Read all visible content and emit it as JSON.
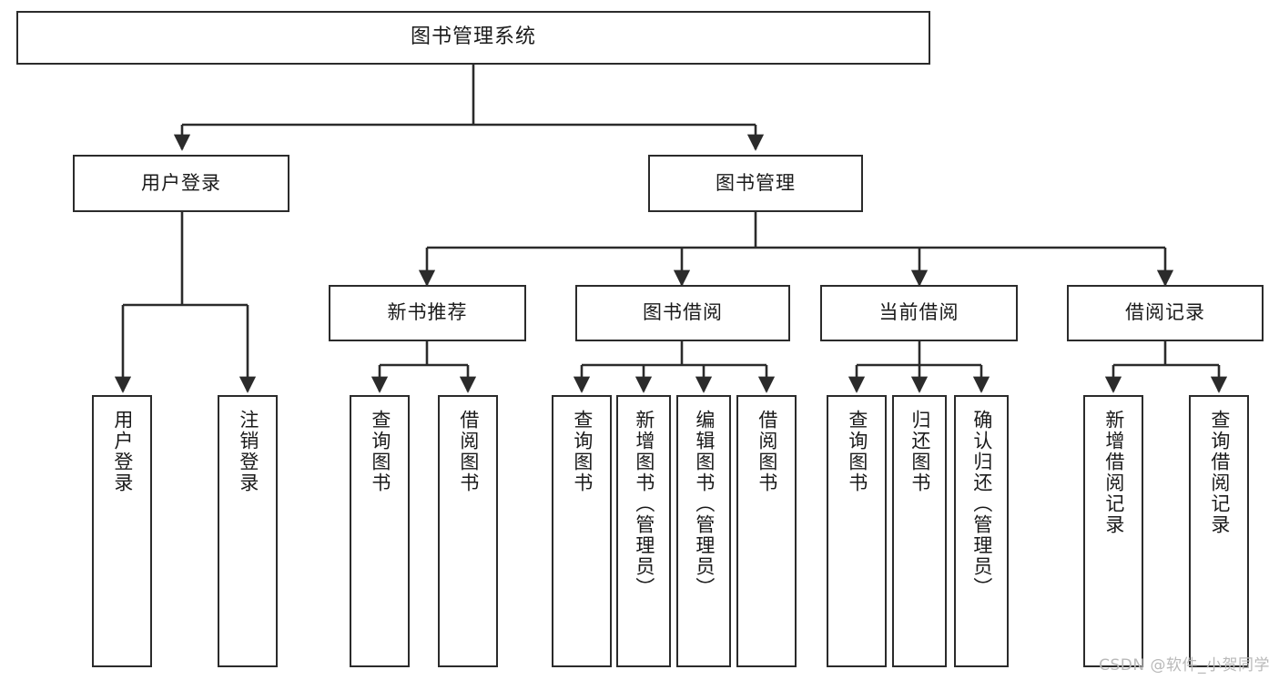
{
  "diagram": {
    "type": "tree-hierarchy",
    "title": "图书管理系统",
    "watermark": "CSDN @软件_小贺同学",
    "colors": {
      "box_border": "#2b2b2b",
      "box_fill": "#ffffff",
      "connector": "#2b2b2b",
      "text": "#1a1a1a",
      "watermark": "#b9b9b9",
      "background": "#ffffff"
    },
    "nodes": {
      "root": {
        "label": "图书管理系统"
      },
      "level2": [
        {
          "id": "user-login",
          "label": "用户登录"
        },
        {
          "id": "book-manage",
          "label": "图书管理"
        }
      ],
      "level3": [
        {
          "id": "new-book-recommend",
          "label": "新书推荐"
        },
        {
          "id": "book-borrow",
          "label": "图书借阅"
        },
        {
          "id": "current-borrow",
          "label": "当前借阅"
        },
        {
          "id": "borrow-record",
          "label": "借阅记录"
        }
      ],
      "leaves": [
        {
          "id": "leaf-user-login",
          "label": "用户登录",
          "parent": "user-login"
        },
        {
          "id": "leaf-user-logout",
          "label": "注销登录",
          "parent": "user-login"
        },
        {
          "id": "leaf-query-book-1",
          "label": "查询图书",
          "parent": "new-book-recommend"
        },
        {
          "id": "leaf-borrow-book-1",
          "label": "借阅图书",
          "parent": "new-book-recommend"
        },
        {
          "id": "leaf-query-book-2",
          "label": "查询图书",
          "parent": "book-borrow"
        },
        {
          "id": "leaf-add-book",
          "label": "新增图书（管理员）",
          "parent": "book-borrow"
        },
        {
          "id": "leaf-edit-book",
          "label": "编辑图书（管理员）",
          "parent": "book-borrow"
        },
        {
          "id": "leaf-borrow-book-2",
          "label": "借阅图书",
          "parent": "book-borrow"
        },
        {
          "id": "leaf-query-book-3",
          "label": "查询图书",
          "parent": "current-borrow"
        },
        {
          "id": "leaf-return-book",
          "label": "归还图书",
          "parent": "current-borrow"
        },
        {
          "id": "leaf-confirm-return",
          "label": "确认归还（管理员）",
          "parent": "current-borrow"
        },
        {
          "id": "leaf-add-record",
          "label": "新增借阅记录",
          "parent": "borrow-record"
        },
        {
          "id": "leaf-query-record",
          "label": "查询借阅记录",
          "parent": "borrow-record"
        }
      ]
    }
  }
}
